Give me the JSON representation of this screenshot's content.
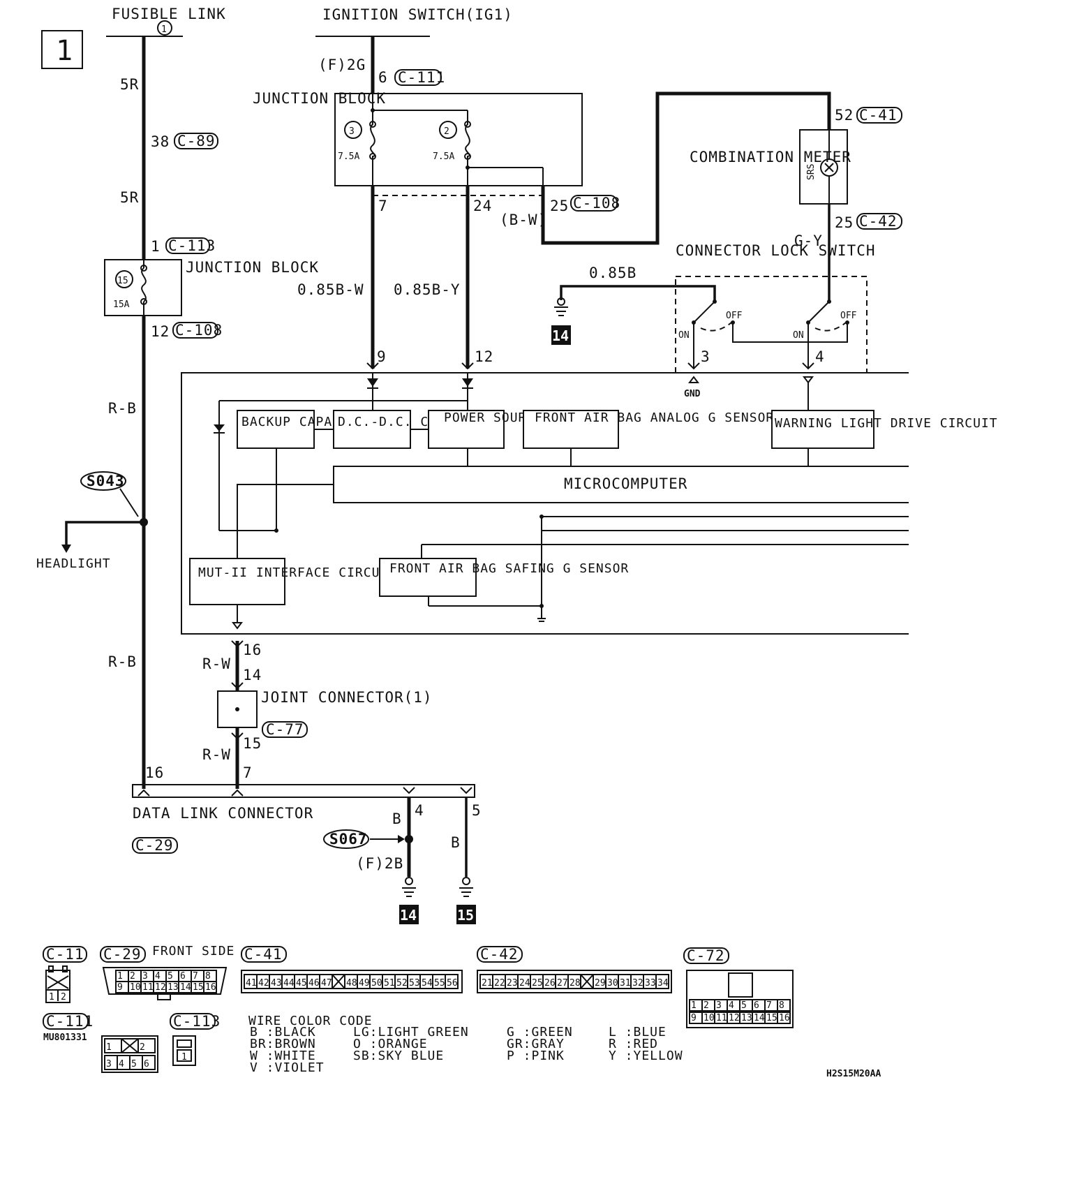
{
  "page_number": "1",
  "sources": {
    "fusible_link": "FUSIBLE LINK",
    "fusible_link_num": "1",
    "ignition_switch": "IGNITION SWITCH(IG1)"
  },
  "wires": {
    "w_5r_a": "5R",
    "w_5r_b": "5R",
    "w_rb_a": "R-B",
    "w_rb_b": "R-B",
    "w_f2g": "(F)2G",
    "w_bw": "(B-W)",
    "w_085bw": "0.85B-W",
    "w_085by": "0.85B-Y",
    "w_085b": "0.85B",
    "w_gy": "G-Y",
    "w_rw_a": "R-W",
    "w_rw_b": "R-W",
    "w_b_a": "B",
    "w_b_b": "B",
    "w_f2b": "(F)2B"
  },
  "pins": {
    "p6": "6",
    "p38": "38",
    "p1": "1",
    "p12a": "12",
    "p7": "7",
    "p24": "24",
    "p25a": "25",
    "p52": "52",
    "p25b": "25",
    "p9": "9",
    "p12b": "12",
    "p3": "3",
    "p4a": "4",
    "p16a": "16",
    "p14": "14",
    "p15": "15",
    "p16b": "16",
    "p7b": "7",
    "p4b": "4",
    "p5": "5"
  },
  "connectors": {
    "c111": "C-111",
    "c89": "C-89",
    "c113": "C-113",
    "c108a": "C-108",
    "c108b": "C-108",
    "c41": "C-41",
    "c42": "C-42",
    "c77": "C-77",
    "c29": "C-29"
  },
  "components": {
    "junction_block_top": "JUNCTION BLOCK",
    "fuse3_num": "3",
    "fuse3_rating": "7.5A",
    "fuse2_num": "2",
    "fuse2_rating": "7.5A",
    "junction_block_left": "JUNCTION BLOCK",
    "fuse15_num": "15",
    "fuse15_rating": "15A",
    "combination_meter": "COMBINATION METER",
    "srs": "SRS",
    "connector_lock_switch": "CONNECTOR LOCK SWITCH",
    "off": "OFF",
    "on": "ON",
    "gnd": "GND",
    "splice_s043": "S043",
    "headlight": "HEADLIGHT",
    "backup_capacitor": "BACKUP CAPACITOR",
    "dcdc_converter": "D.C.-D.C. CONVERTER",
    "power_source_circuit": "POWER SOURCE CIRCUIT",
    "front_air_bag_analog": "FRONT AIR BAG ANALOG G SENSOR",
    "warning_light_drive": "WARNING LIGHT DRIVE CIRCUIT",
    "microcomputer": "MICROCOMPUTER",
    "mut_interface": "MUT-II INTERFACE CIRCUIT",
    "front_air_bag_safing": "FRONT AIR BAG SAFING G SENSOR",
    "joint_connector": "JOINT CONNECTOR(1)",
    "data_link_connector": "DATA LINK CONNECTOR",
    "splice_s067": "S067",
    "ground_14a": "14",
    "ground_14b": "14",
    "ground_15": "15"
  },
  "legend_connectors": {
    "c11": "C-11",
    "c29": "C-29",
    "c29_side": "FRONT SIDE",
    "c41": "C-41",
    "c42": "C-42",
    "c72": "C-72",
    "c111": "C-111",
    "c113": "C-113",
    "part_no": "MU801331",
    "c11_pins": [
      "1",
      "2"
    ],
    "c29_pins_top": [
      "1",
      "2",
      "3",
      "4",
      "5",
      "6",
      "7",
      "8"
    ],
    "c29_pins_bottom": [
      "9",
      "10",
      "11",
      "12",
      "13",
      "14",
      "15",
      "16"
    ],
    "c41_pins": [
      "41",
      "42",
      "43",
      "44",
      "45",
      "46",
      "47",
      "",
      "48",
      "49",
      "50",
      "51",
      "52",
      "53",
      "54",
      "55",
      "56"
    ],
    "c42_pins": [
      "21",
      "22",
      "23",
      "24",
      "25",
      "26",
      "27",
      "28",
      "",
      "29",
      "30",
      "31",
      "32",
      "33",
      "34"
    ],
    "c72_pins_top": [
      "1",
      "2",
      "3",
      "4",
      "5",
      "6",
      "7",
      "8"
    ],
    "c72_pins_bottom": [
      "9",
      "10",
      "11",
      "12",
      "13",
      "14",
      "15",
      "16"
    ],
    "c111_pins_top": [
      "1",
      "",
      "2"
    ],
    "c111_pins_bottom": [
      "3",
      "4",
      "5",
      "6"
    ],
    "c113_pins": [
      "1"
    ]
  },
  "wire_color_code": {
    "title": "WIRE COLOR CODE",
    "entries": [
      "B :BLACK",
      "BR:BROWN",
      "W :WHITE",
      "V :VIOLET",
      "LG:LIGHT GREEN",
      "O :ORANGE",
      "SB:SKY BLUE",
      "G :GREEN",
      "GR:GRAY",
      "P :PINK",
      "L :BLUE",
      "R :RED",
      "Y :YELLOW"
    ]
  },
  "diagram_id": "H2S15M20AA"
}
